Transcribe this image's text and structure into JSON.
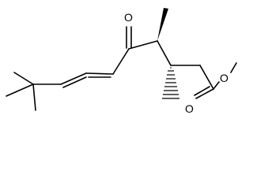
{
  "molecule": {
    "atoms": {
      "ketone_oxygen": "O",
      "ester_carbonyl_oxygen": "O",
      "ester_alkoxy_oxygen": "O"
    }
  }
}
